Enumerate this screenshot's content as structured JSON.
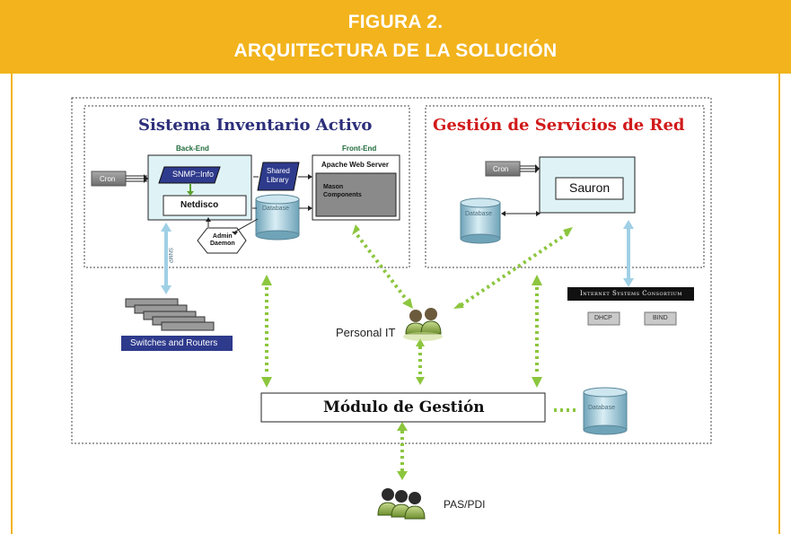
{
  "header": {
    "figure": "FIGURA 2.",
    "title": "ARQUITECTURA DE LA SOLUCIÓN"
  },
  "left_section": {
    "title": "Sistema Inventario Activo",
    "back_end": "Back-End",
    "front_end": "Front-End",
    "cron": "Cron",
    "snmp": "SNMP::Info",
    "netdisco": "Netdisco",
    "database": "Database",
    "shared_library": [
      "Shared",
      "Library"
    ],
    "apache": "Apache Web Server",
    "mason": [
      "Mason",
      "Components"
    ],
    "admin_daemon": [
      "Admin",
      "Daemon"
    ],
    "snmp_vertical": "SNMP"
  },
  "right_section": {
    "title": "Gestión de Servicios de Red",
    "cron": "Cron",
    "sauron": "Sauron",
    "database": "Database"
  },
  "isc": {
    "label": "Internet Systems Consortium",
    "dhcp": "DHCP",
    "bind": "BIND"
  },
  "switches": "Switches and Routers",
  "personal_it": "Personal IT",
  "modulo": "Módulo de Gestión",
  "modulo_database": "Database",
  "pas_pdi": "PAS/PDI",
  "colors": {
    "header": "#f2b31c",
    "left_title": "#2d2f7a",
    "right_title": "#d11a1a",
    "green_arrow": "#8cc63e",
    "blue_arrow": "#9fd0e6"
  }
}
